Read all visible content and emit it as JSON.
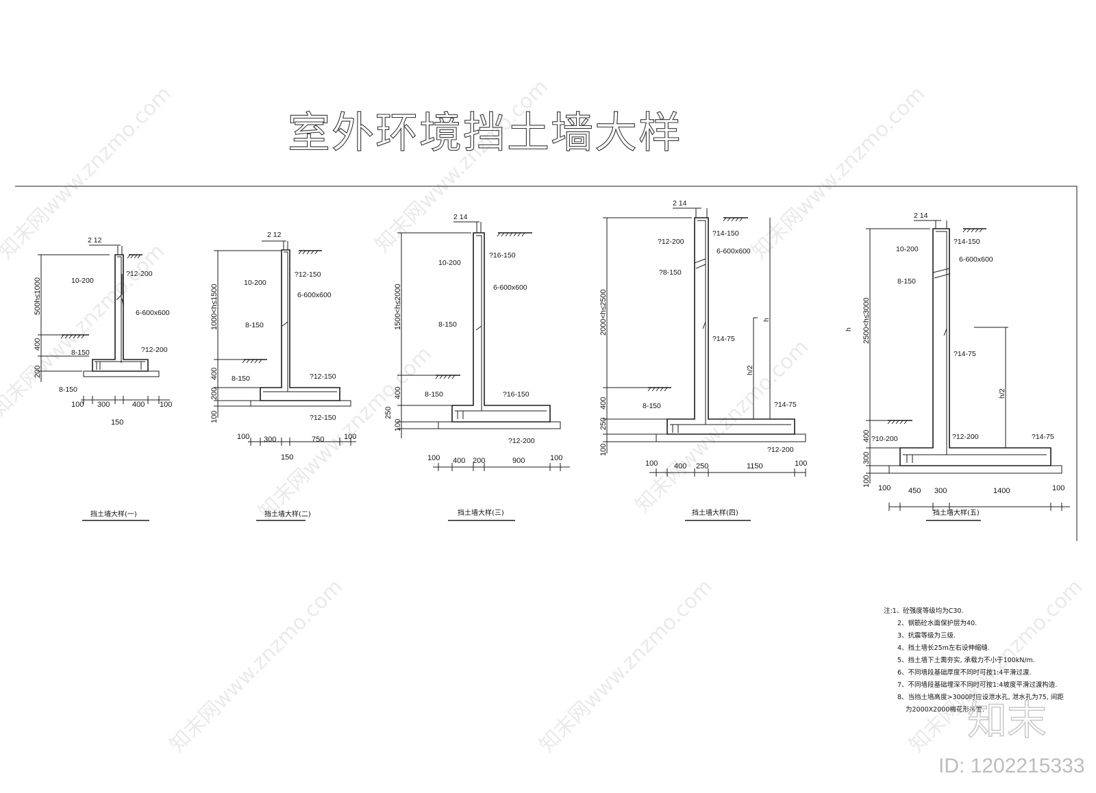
{
  "title": "室外环境挡土墙大样",
  "details": [
    {
      "caption": "挡土墙大样(一)",
      "top_bar": "2 12",
      "labels": [
        "10-200",
        "?12-200",
        "6-600x600",
        "8-150",
        "?12-200",
        "8-150"
      ],
      "v_dims": [
        "500h≤1000",
        "400",
        "200"
      ],
      "h_dims": [
        "100",
        "300",
        "400",
        "100"
      ],
      "bottom": "150"
    },
    {
      "caption": "挡土墙大样(二)",
      "top_bar": "2 12",
      "labels": [
        "?12-150",
        "10-200",
        "6-600x600",
        "8-150",
        "8-150",
        "?12-150",
        "?12-150"
      ],
      "v_dims": [
        "1000<h≤1500",
        "400",
        "200",
        "100"
      ],
      "h_dims": [
        "100",
        "300",
        "750",
        "100"
      ],
      "bottom": "150"
    },
    {
      "caption": "挡土墙大样(三)",
      "top_bar": "2 14",
      "labels": [
        "?16-150",
        "10-200",
        "6-600x600",
        "8-150",
        "8-150",
        "?16-150",
        "?12-200"
      ],
      "v_dims": [
        "1500<h≤2000",
        "400",
        "250",
        "100"
      ],
      "h_dims": [
        "100",
        "400",
        "200",
        "900",
        "100"
      ],
      "bottom": ""
    },
    {
      "caption": "挡土墙大样(四)",
      "top_bar": "2 14",
      "labels": [
        "?14-150",
        "?12-200",
        "6-600x600",
        "?8-150",
        "?14-75",
        "8-150",
        "?14-75",
        "?12-200"
      ],
      "v_dims": [
        "2000<h≤2500",
        "400",
        "250",
        "100"
      ],
      "h_dims": [
        "100",
        "400",
        "250",
        "1150",
        "100"
      ],
      "extra": [
        "h",
        "h/2"
      ],
      "bottom": ""
    },
    {
      "caption": "挡土墙大样(五)",
      "top_bar": "2 14",
      "labels": [
        "?14-150",
        "10-200",
        "6-600x600",
        "8-150",
        "?14-75",
        "?10-200",
        "?12-200",
        "?14-75"
      ],
      "v_dims": [
        "2500<h≤3000",
        "400",
        "300",
        "100"
      ],
      "h_dims": [
        "100",
        "450",
        "300",
        "1400",
        "100"
      ],
      "extra": [
        "h",
        "h/2"
      ],
      "bottom": ""
    }
  ],
  "notes": [
    "注:1、砼强度等级均为C30.",
    "2、钢筋砼水面保护层为40.",
    "3、抗震等级为三级.",
    "4、挡土墙长25m左右设伸缩缝.",
    "5、挡土墙下土需夯实, 承载力不小于100kN/m.",
    "6、不同墙段基础厚度不同时可按1:4平滑过渡.",
    "7、不同墙段基础埋深不同时可按1:4坡度平滑过渡构造.",
    "8、当挡土墙高度>3000时应设泄水孔, 泄水孔为75, 间距",
    "为2000X2000梅花形布置."
  ],
  "watermark": {
    "text": "知末网www.znzmo.com",
    "logo": "知末",
    "id": "ID: 1202215333"
  }
}
